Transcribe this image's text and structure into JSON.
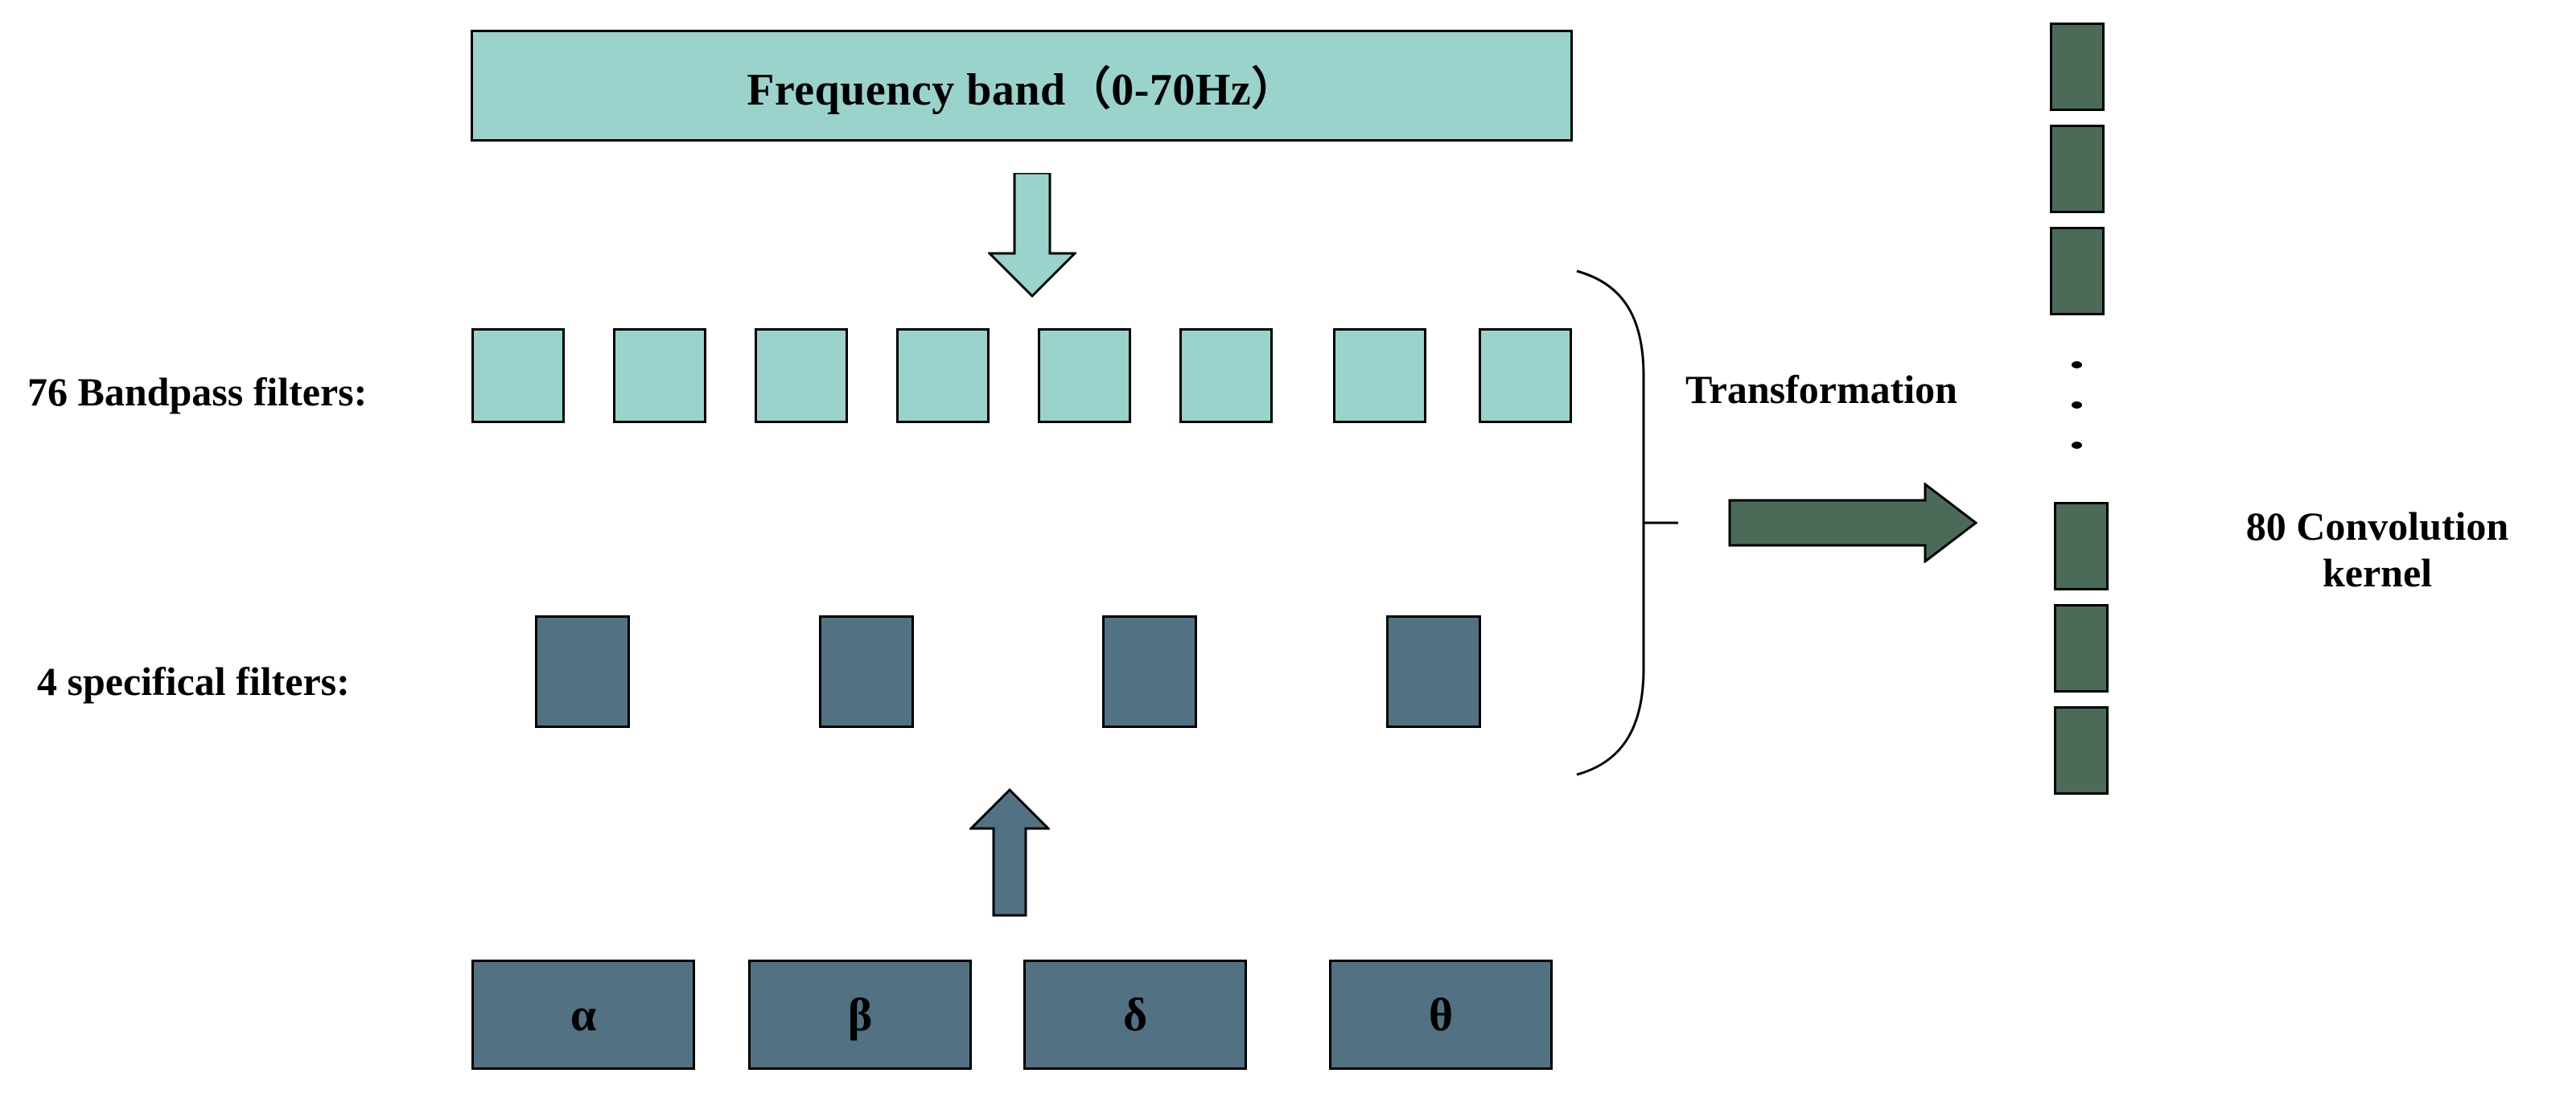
{
  "figure": {
    "title": "Frequency band（0-70Hz）",
    "labels": {
      "bandpass": "76 Bandpass filters:",
      "specifical": "4 specifical filters:",
      "transformation": "Transformation"
    },
    "kernel_caption": {
      "line1": "80 Convolution",
      "line2": "kernel"
    },
    "band_boxes": [
      {
        "glyph": "α",
        "name": "alpha"
      },
      {
        "glyph": "β",
        "name": "beta"
      },
      {
        "glyph": "δ",
        "name": "delta"
      },
      {
        "glyph": "θ",
        "name": "theta"
      }
    ],
    "counts": {
      "bandpass_filters": 76,
      "bandpass_squares_shown": 8,
      "specifical_filters": 4,
      "specifical_squares_shown": 4,
      "convolution_kernels": 80,
      "kernel_blocks_shown": 6,
      "kernel_ellipsis_dots": 3
    },
    "colors": {
      "teal": "#99D3CC",
      "slate": "#527183",
      "green": "#4B6B58",
      "outline": "#000000",
      "background": "#FFFFFF"
    },
    "icons": {
      "arrow_down": "arrow-down-icon",
      "arrow_up": "arrow-up-icon",
      "arrow_right": "arrow-right-icon",
      "brace": "right-brace-icon"
    }
  }
}
